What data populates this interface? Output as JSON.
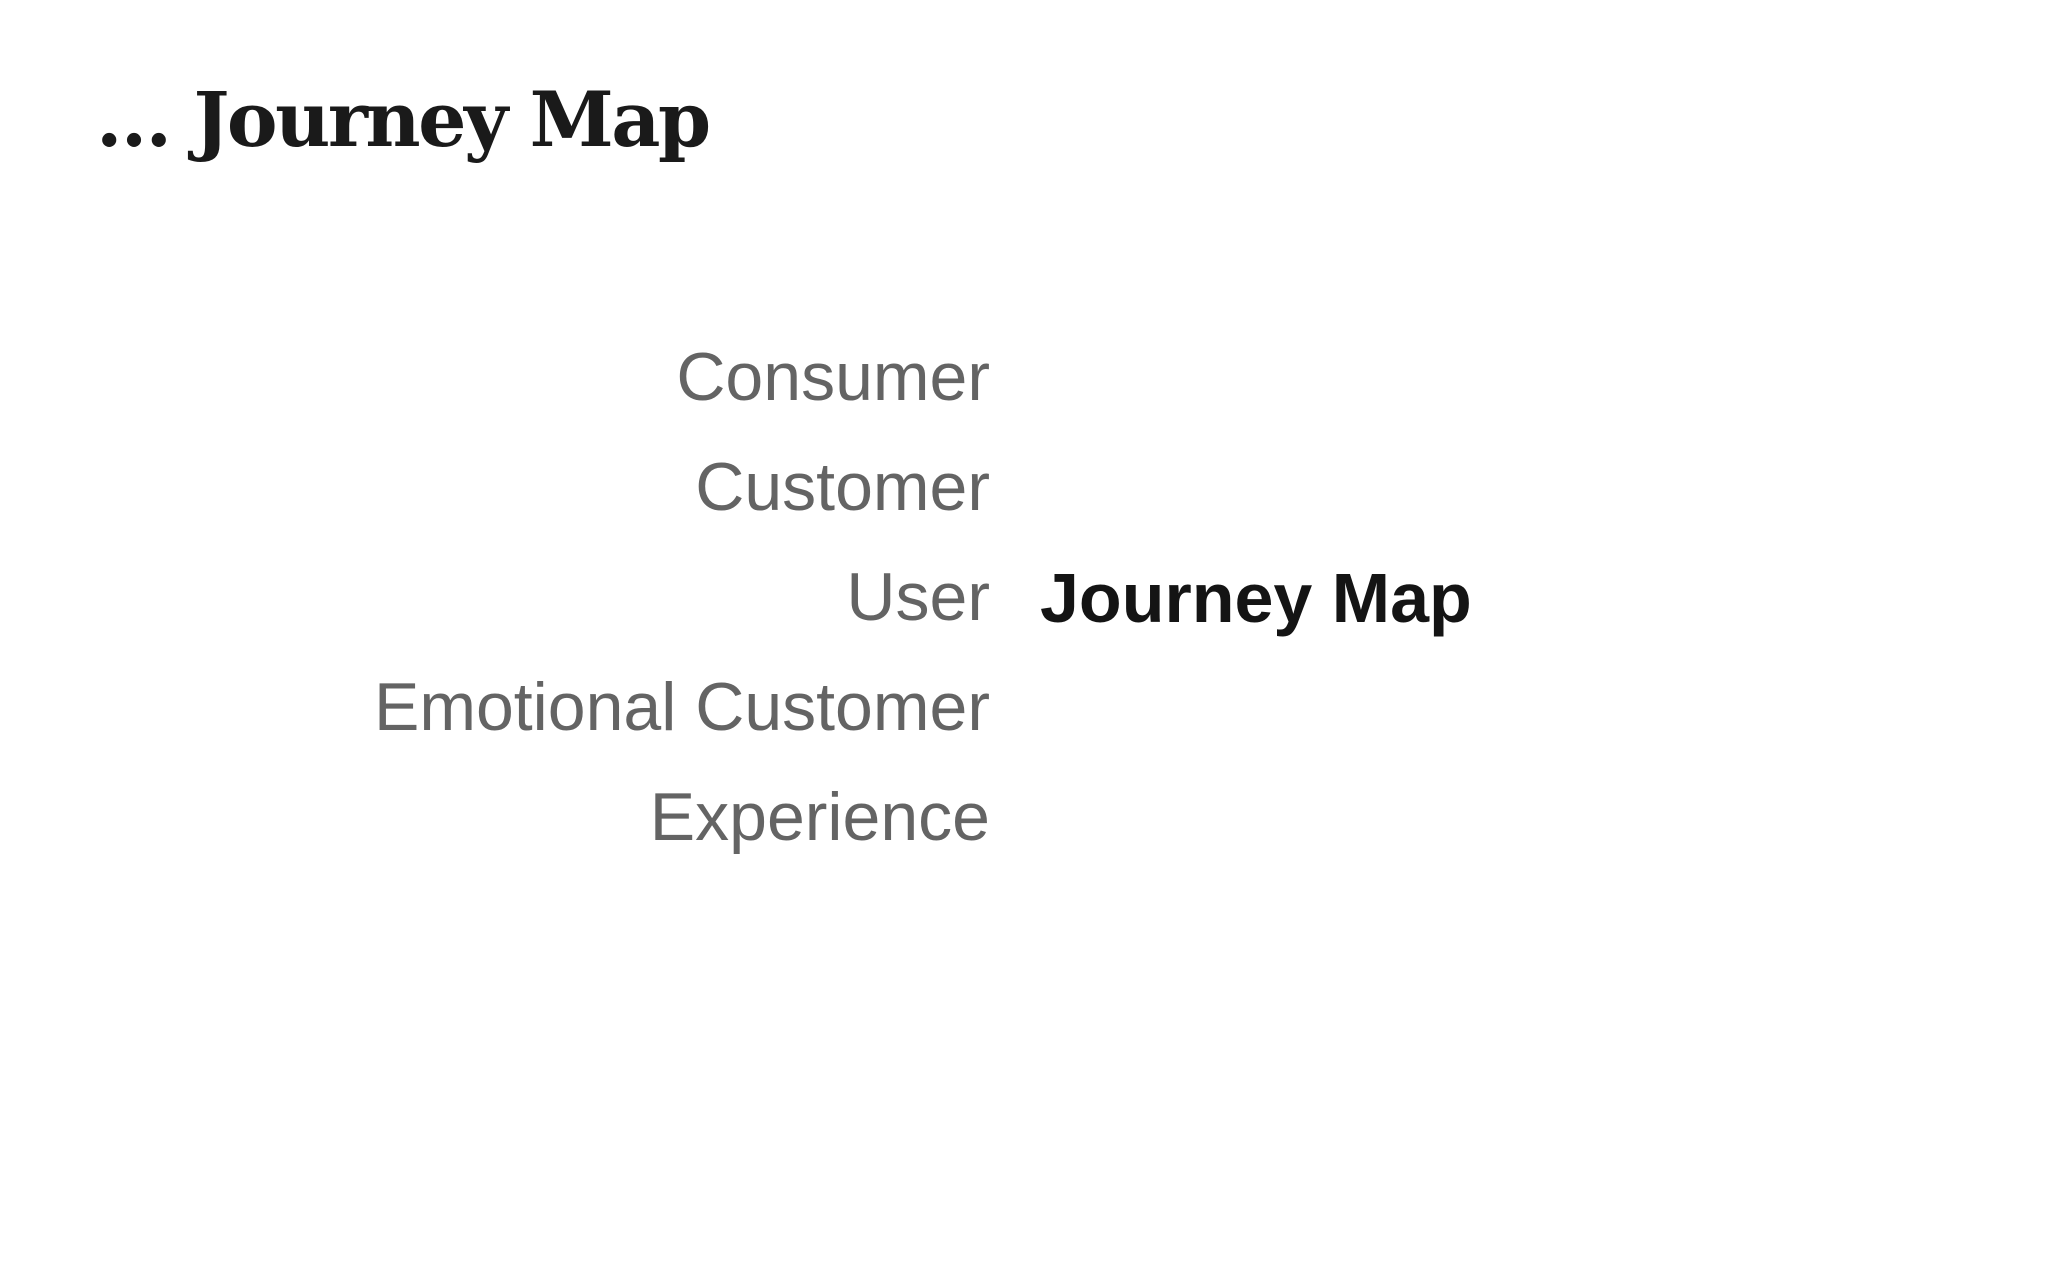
{
  "title": "… Journey Map",
  "word_list": {
    "items": [
      "Consumer",
      "Customer",
      "User",
      "Emotional Customer",
      "Experience"
    ]
  },
  "highlight": {
    "label": "Journey Map"
  },
  "colors": {
    "background": "#ffffff",
    "title-color": "#1a1a1a",
    "term-color": "#646464",
    "highlight-color": "#141414"
  }
}
